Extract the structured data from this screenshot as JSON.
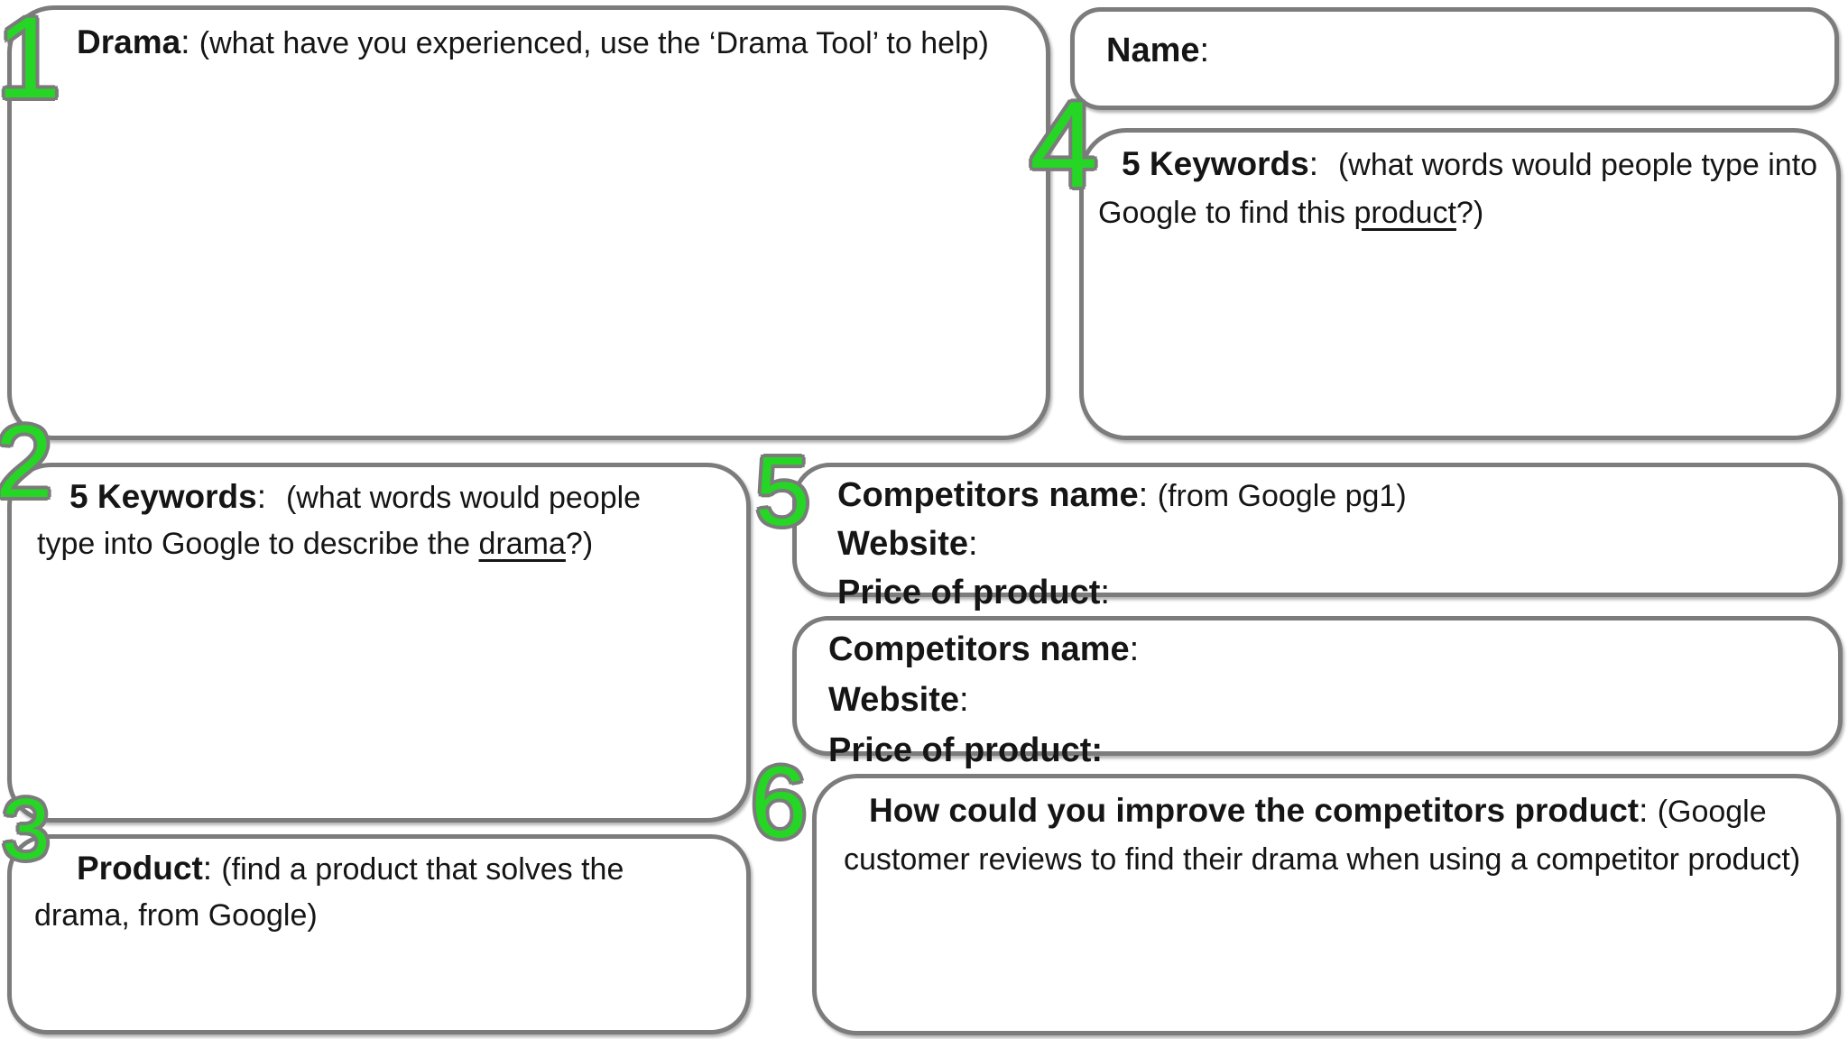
{
  "meta": {
    "background_color": "#ffffff",
    "box_border_color": "#7c7c7c",
    "number_fill_color": "#25d625",
    "number_outline_color": "#7b7b7b",
    "text_color": "#151515"
  },
  "numbers": {
    "n1": "1",
    "n2": "2",
    "n3": "3",
    "n4": "4",
    "n5": "5",
    "n6": "6"
  },
  "boxes": {
    "drama": {
      "label": "Drama",
      "colon": ": ",
      "hint": "(what have you experienced, use the ‘Drama Tool’ to help)"
    },
    "name": {
      "label": "Name",
      "colon": ":"
    },
    "keywords_product": {
      "label": "5 Keywords",
      "colon": ":",
      "hint_pre": "(what words would people type into Google to find this ",
      "hint_underlined": "product",
      "hint_post": "?)"
    },
    "keywords_drama": {
      "label": "5 Keywords",
      "colon": ":",
      "hint_pre": "(what words would people type into Google to describe the ",
      "hint_underlined": "drama",
      "hint_post": "?)"
    },
    "product": {
      "label": "Product",
      "colon": ": ",
      "hint": "(find a product that solves the drama, from Google)"
    },
    "competitor_primary": {
      "rows": [
        {
          "label": "Competitors name",
          "suffix": ": ",
          "hint": "(from Google pg1)"
        },
        {
          "label": "Website",
          "suffix": ":",
          "hint": ""
        },
        {
          "label": "Price of product",
          "suffix": ":",
          "hint": ""
        }
      ]
    },
    "competitor_secondary": {
      "rows": [
        {
          "label": "Competitors name",
          "suffix": ":",
          "hint": ""
        },
        {
          "label": "Website",
          "suffix": ":",
          "hint": ""
        },
        {
          "label": "Price of product:",
          "suffix": "",
          "hint": ""
        }
      ]
    },
    "improve": {
      "label": "How could you improve the competitors product",
      "colon": ": ",
      "hint": "(Google customer reviews to find their drama when using a competitor product)"
    }
  }
}
